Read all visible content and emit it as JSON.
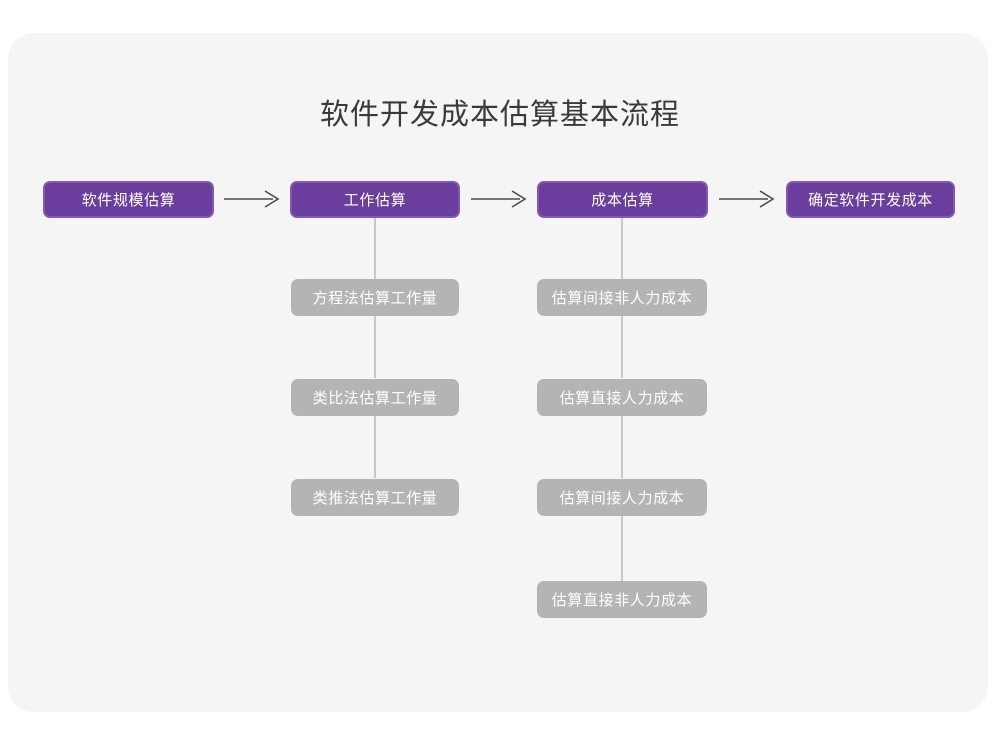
{
  "title": "软件开发成本估算基本流程",
  "theme": {
    "page_background": "#ffffff",
    "card_background": "#f5f5f5",
    "stage_fill": "#6b3e9e",
    "stage_border": "#8259ae",
    "stage_text": "#ffffff",
    "sub_fill": "#b4b4b4",
    "sub_text": "#ffffff",
    "connector": "#c9c9c9",
    "arrow": "#4d4d4d",
    "title_text": "#3a3a3a"
  },
  "chart_data": {
    "type": "diagram",
    "diagram_kind": "flowchart",
    "orientation": "left-to-right with vertical sub-branches",
    "title": "软件开发成本估算基本流程",
    "stages": [
      {
        "id": "stage-0",
        "label": "软件规模估算",
        "substeps": []
      },
      {
        "id": "stage-1",
        "label": "工作估算",
        "substeps": [
          "方程法估算工作量",
          "类比法估算工作量",
          "类推法估算工作量"
        ]
      },
      {
        "id": "stage-2",
        "label": "成本估算",
        "substeps": [
          "估算间接非人力成本",
          "估算直接人力成本",
          "估算间接人力成本",
          "估算直接非人力成本"
        ]
      },
      {
        "id": "stage-3",
        "label": "确定软件开发成本",
        "substeps": []
      }
    ],
    "connectors": [
      {
        "from": "软件规模估算",
        "to": "工作估算",
        "kind": "arrow"
      },
      {
        "from": "工作估算",
        "to": "成本估算",
        "kind": "arrow"
      },
      {
        "from": "成本估算",
        "to": "确定软件开发成本",
        "kind": "arrow"
      }
    ]
  },
  "stages": [
    {
      "label": "软件规模估算"
    },
    {
      "label": "工作估算"
    },
    {
      "label": "成本估算"
    },
    {
      "label": "确定软件开发成本"
    }
  ],
  "work_substeps": [
    {
      "label": "方程法估算工作量"
    },
    {
      "label": "类比法估算工作量"
    },
    {
      "label": "类推法估算工作量"
    }
  ],
  "cost_substeps": [
    {
      "label": "估算间接非人力成本"
    },
    {
      "label": "估算直接人力成本"
    },
    {
      "label": "估算间接人力成本"
    },
    {
      "label": "估算直接非人力成本"
    }
  ]
}
